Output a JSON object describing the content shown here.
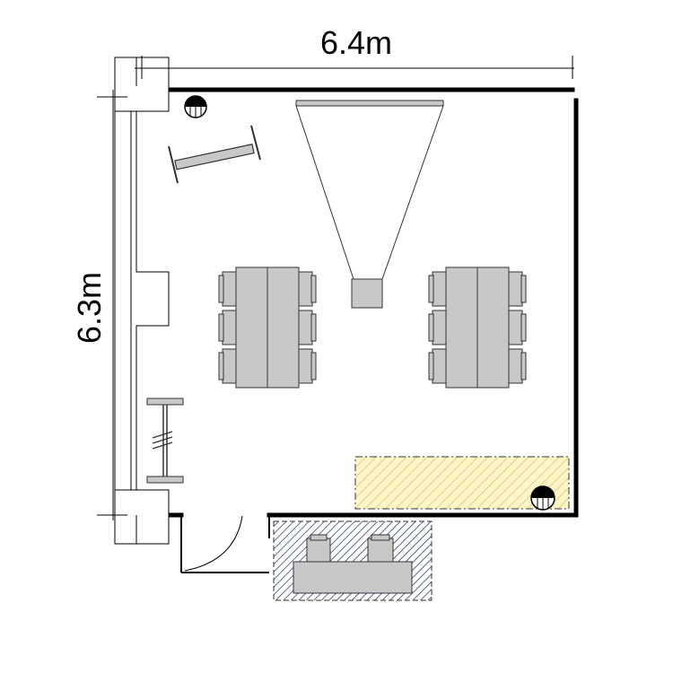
{
  "dimensions": {
    "width_label": "6.4m",
    "height_label": "6.3m"
  },
  "colors": {
    "wall": "#000000",
    "furniture_fill": "#c8c8c8",
    "furniture_stroke": "#333333",
    "highlight_zone": "#fff6c8",
    "highlight_hatch": "#d8d08a",
    "desk_zone_hatch": "#1f2a66",
    "line": "#000000"
  },
  "icons": [
    "width-dimension-line",
    "height-dimension-line",
    "window-frame",
    "projector-beam",
    "projector",
    "projection-screen",
    "table-group-left",
    "table-group-right",
    "chair",
    "whiteboard-stand",
    "door-swing",
    "column-marker",
    "hatched-zone",
    "reception-desk"
  ]
}
